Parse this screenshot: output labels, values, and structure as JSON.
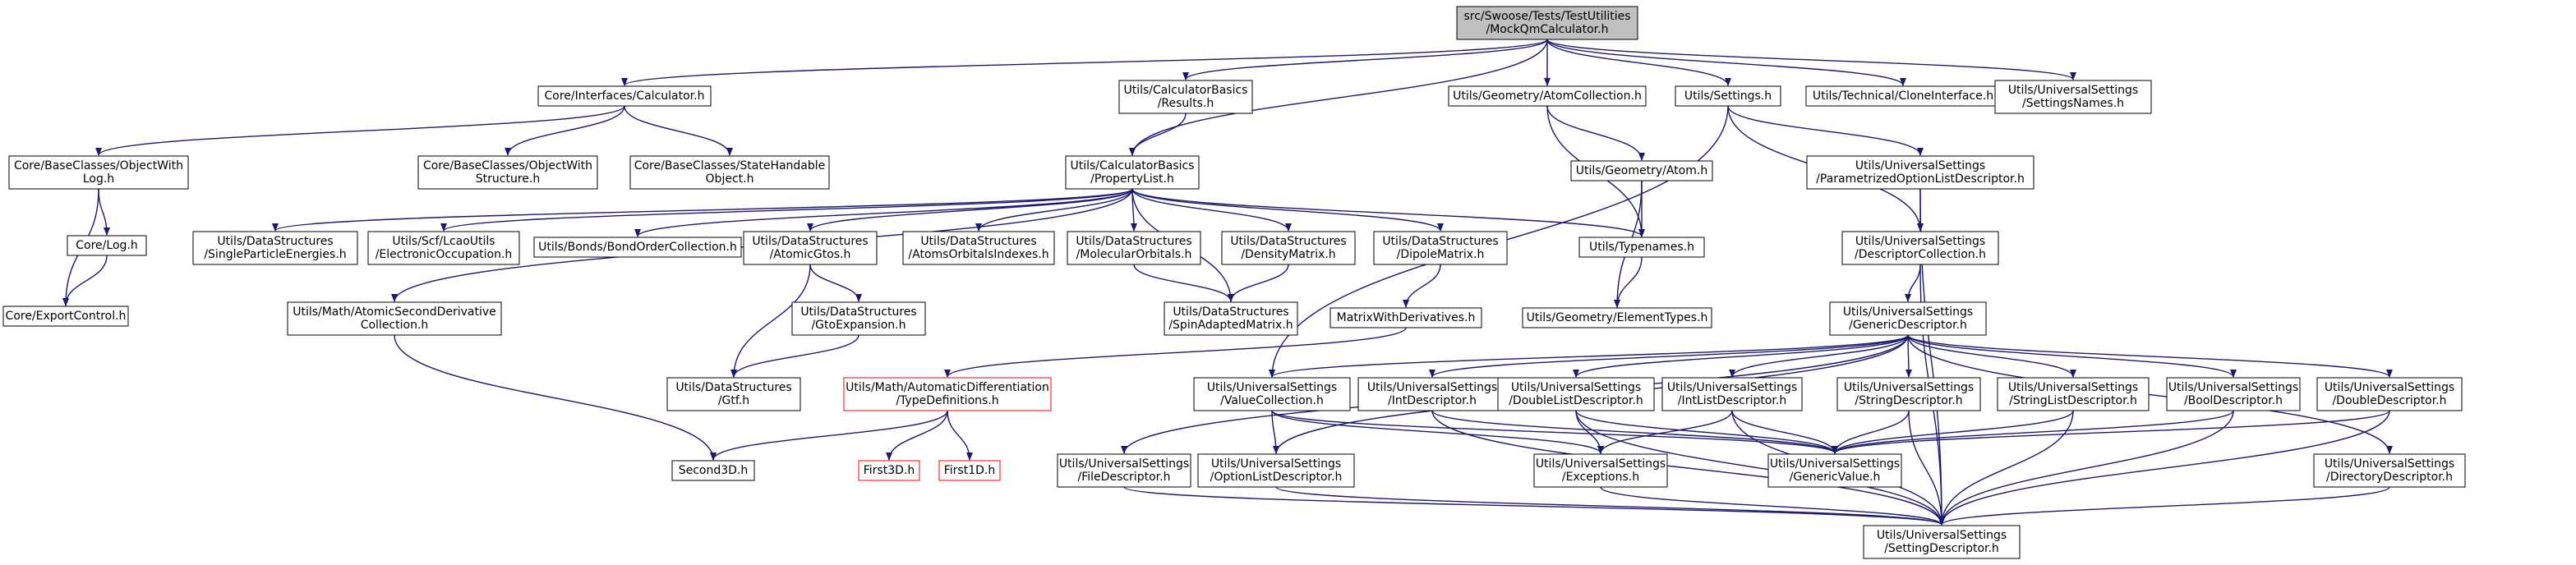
{
  "graph": {
    "colors": {
      "edge": "#191970",
      "box_border": "#000000",
      "missing_border": "#ff0000",
      "root_fill": "#bfbfbf",
      "node_fill": "#ffffff"
    },
    "nodes": [
      {
        "id": "root",
        "lines": [
          "src/Swoose/Tests/TestUtilities",
          "/MockQmCalculator.h"
        ],
        "style": "root"
      },
      {
        "id": "calculator",
        "lines": [
          "Core/Interfaces/Calculator.h"
        ],
        "style": "normal"
      },
      {
        "id": "results",
        "lines": [
          "Utils/CalculatorBasics",
          "/Results.h"
        ],
        "style": "normal"
      },
      {
        "id": "atomcollection",
        "lines": [
          "Utils/Geometry/AtomCollection.h"
        ],
        "style": "normal"
      },
      {
        "id": "settings",
        "lines": [
          "Utils/Settings.h"
        ],
        "style": "normal"
      },
      {
        "id": "cloneinterface",
        "lines": [
          "Utils/Technical/CloneInterface.h"
        ],
        "style": "normal"
      },
      {
        "id": "settingsnames",
        "lines": [
          "Utils/UniversalSettings",
          "/SettingsNames.h"
        ],
        "style": "normal"
      },
      {
        "id": "objectwithlog",
        "lines": [
          "Core/BaseClasses/ObjectWith",
          "Log.h"
        ],
        "style": "normal"
      },
      {
        "id": "objectwithstructure",
        "lines": [
          "Core/BaseClasses/ObjectWith",
          "Structure.h"
        ],
        "style": "normal"
      },
      {
        "id": "statehandable",
        "lines": [
          "Core/BaseClasses/StateHandable",
          "Object.h"
        ],
        "style": "normal"
      },
      {
        "id": "propertylist",
        "lines": [
          "Utils/CalculatorBasics",
          "/PropertyList.h"
        ],
        "style": "normal"
      },
      {
        "id": "atom",
        "lines": [
          "Utils/Geometry/Atom.h"
        ],
        "style": "normal"
      },
      {
        "id": "parametrized",
        "lines": [
          "Utils/UniversalSettings",
          "/ParametrizedOptionListDescriptor.h"
        ],
        "style": "normal"
      },
      {
        "id": "log",
        "lines": [
          "Core/Log.h"
        ],
        "style": "normal"
      },
      {
        "id": "exportcontrol",
        "lines": [
          "Core/ExportControl.h"
        ],
        "style": "normal"
      },
      {
        "id": "singleparticle",
        "lines": [
          "Utils/DataStructures",
          "/SingleParticleEnergies.h"
        ],
        "style": "normal"
      },
      {
        "id": "lcao",
        "lines": [
          "Utils/Scf/LcaoUtils",
          "/ElectronicOccupation.h"
        ],
        "style": "normal"
      },
      {
        "id": "bondorder",
        "lines": [
          "Utils/Bonds/BondOrderCollection.h"
        ],
        "style": "normal"
      },
      {
        "id": "atomicgtos",
        "lines": [
          "Utils/DataStructures",
          "/AtomicGtos.h"
        ],
        "style": "normal"
      },
      {
        "id": "atomsorbitals",
        "lines": [
          "Utils/DataStructures",
          "/AtomsOrbitalsIndexes.h"
        ],
        "style": "normal"
      },
      {
        "id": "molecularorbitals",
        "lines": [
          "Utils/DataStructures",
          "/MolecularOrbitals.h"
        ],
        "style": "normal"
      },
      {
        "id": "densitymatrix",
        "lines": [
          "Utils/DataStructures",
          "/DensityMatrix.h"
        ],
        "style": "normal"
      },
      {
        "id": "dipolematrix",
        "lines": [
          "Utils/DataStructures",
          "/DipoleMatrix.h"
        ],
        "style": "normal"
      },
      {
        "id": "typenames",
        "lines": [
          "Utils/Typenames.h"
        ],
        "style": "normal"
      },
      {
        "id": "descriptorcollection",
        "lines": [
          "Utils/UniversalSettings",
          "/DescriptorCollection.h"
        ],
        "style": "normal"
      },
      {
        "id": "atomicsecondderiv",
        "lines": [
          "Utils/Math/AtomicSecondDerivative",
          "Collection.h"
        ],
        "style": "normal"
      },
      {
        "id": "gtoexpansion",
        "lines": [
          "Utils/DataStructures",
          "/GtoExpansion.h"
        ],
        "style": "normal"
      },
      {
        "id": "spinadapted",
        "lines": [
          "Utils/DataStructures",
          "/SpinAdaptedMatrix.h"
        ],
        "style": "normal"
      },
      {
        "id": "matrixwithderiv",
        "lines": [
          "MatrixWithDerivatives.h"
        ],
        "style": "normal"
      },
      {
        "id": "elementtypes",
        "lines": [
          "Utils/Geometry/ElementTypes.h"
        ],
        "style": "normal"
      },
      {
        "id": "genericdescriptor",
        "lines": [
          "Utils/UniversalSettings",
          "/GenericDescriptor.h"
        ],
        "style": "normal"
      },
      {
        "id": "gtf",
        "lines": [
          "Utils/DataStructures",
          "/Gtf.h"
        ],
        "style": "normal"
      },
      {
        "id": "typedefinitions",
        "lines": [
          "Utils/Math/AutomaticDifferentiation",
          "/TypeDefinitions.h"
        ],
        "style": "missing"
      },
      {
        "id": "valuecollection",
        "lines": [
          "Utils/UniversalSettings",
          "/ValueCollection.h"
        ],
        "style": "normal"
      },
      {
        "id": "intdescriptor",
        "lines": [
          "Utils/UniversalSettings",
          "/IntDescriptor.h"
        ],
        "style": "normal"
      },
      {
        "id": "doublelist",
        "lines": [
          "Utils/UniversalSettings",
          "/DoubleListDescriptor.h"
        ],
        "style": "normal"
      },
      {
        "id": "intlist",
        "lines": [
          "Utils/UniversalSettings",
          "/IntListDescriptor.h"
        ],
        "style": "normal"
      },
      {
        "id": "stringdescriptor",
        "lines": [
          "Utils/UniversalSettings",
          "/StringDescriptor.h"
        ],
        "style": "normal"
      },
      {
        "id": "stringlist",
        "lines": [
          "Utils/UniversalSettings",
          "/StringListDescriptor.h"
        ],
        "style": "normal"
      },
      {
        "id": "booldescriptor",
        "lines": [
          "Utils/UniversalSettings",
          "/BoolDescriptor.h"
        ],
        "style": "normal"
      },
      {
        "id": "doubledescriptor",
        "lines": [
          "Utils/UniversalSettings",
          "/DoubleDescriptor.h"
        ],
        "style": "normal"
      },
      {
        "id": "second3d",
        "lines": [
          "Second3D.h"
        ],
        "style": "normal"
      },
      {
        "id": "first3d",
        "lines": [
          "First3D.h"
        ],
        "style": "missing"
      },
      {
        "id": "first1d",
        "lines": [
          "First1D.h"
        ],
        "style": "missing"
      },
      {
        "id": "filedescriptor",
        "lines": [
          "Utils/UniversalSettings",
          "/FileDescriptor.h"
        ],
        "style": "normal"
      },
      {
        "id": "optionlist",
        "lines": [
          "Utils/UniversalSettings",
          "/OptionListDescriptor.h"
        ],
        "style": "normal"
      },
      {
        "id": "exceptions",
        "lines": [
          "Utils/UniversalSettings",
          "/Exceptions.h"
        ],
        "style": "normal"
      },
      {
        "id": "genericvalue",
        "lines": [
          "Utils/UniversalSettings",
          "/GenericValue.h"
        ],
        "style": "normal"
      },
      {
        "id": "directorydescriptor",
        "lines": [
          "Utils/UniversalSettings",
          "/DirectoryDescriptor.h"
        ],
        "style": "normal"
      },
      {
        "id": "settingdescriptor",
        "lines": [
          "Utils/UniversalSettings",
          "/SettingDescriptor.h"
        ],
        "style": "normal"
      }
    ],
    "edges": [
      [
        "root",
        "calculator"
      ],
      [
        "root",
        "results"
      ],
      [
        "root",
        "propertylist"
      ],
      [
        "root",
        "atomcollection"
      ],
      [
        "root",
        "settings"
      ],
      [
        "root",
        "cloneinterface"
      ],
      [
        "root",
        "settingsnames"
      ],
      [
        "calculator",
        "objectwithlog"
      ],
      [
        "calculator",
        "objectwithstructure"
      ],
      [
        "calculator",
        "statehandable"
      ],
      [
        "objectwithlog",
        "log"
      ],
      [
        "objectwithlog",
        "exportcontrol"
      ],
      [
        "log",
        "exportcontrol"
      ],
      [
        "results",
        "propertylist"
      ],
      [
        "atomcollection",
        "atom"
      ],
      [
        "atomcollection",
        "typenames"
      ],
      [
        "atom",
        "typenames"
      ],
      [
        "atom",
        "elementtypes"
      ],
      [
        "typenames",
        "elementtypes"
      ],
      [
        "settings",
        "parametrized"
      ],
      [
        "settings",
        "descriptorcollection"
      ],
      [
        "settings",
        "valuecollection"
      ],
      [
        "parametrized",
        "descriptorcollection"
      ],
      [
        "parametrized",
        "settingdescriptor"
      ],
      [
        "descriptorcollection",
        "genericdescriptor"
      ],
      [
        "descriptorcollection",
        "settingdescriptor"
      ],
      [
        "propertylist",
        "singleparticle"
      ],
      [
        "propertylist",
        "lcao"
      ],
      [
        "propertylist",
        "bondorder"
      ],
      [
        "propertylist",
        "atomicgtos"
      ],
      [
        "propertylist",
        "atomsorbitals"
      ],
      [
        "propertylist",
        "molecularorbitals"
      ],
      [
        "propertylist",
        "densitymatrix"
      ],
      [
        "propertylist",
        "dipolematrix"
      ],
      [
        "propertylist",
        "typenames"
      ],
      [
        "propertylist",
        "spinadapted"
      ],
      [
        "propertylist",
        "atomicsecondderiv"
      ],
      [
        "atomicgtos",
        "gtoexpansion"
      ],
      [
        "atomicgtos",
        "gtf"
      ],
      [
        "gtoexpansion",
        "gtf"
      ],
      [
        "molecularorbitals",
        "spinadapted"
      ],
      [
        "densitymatrix",
        "spinadapted"
      ],
      [
        "dipolematrix",
        "matrixwithderiv"
      ],
      [
        "matrixwithderiv",
        "typedefinitions"
      ],
      [
        "atomicsecondderiv",
        "second3d"
      ],
      [
        "typedefinitions",
        "second3d"
      ],
      [
        "typedefinitions",
        "first3d"
      ],
      [
        "typedefinitions",
        "first1d"
      ],
      [
        "genericdescriptor",
        "filedescriptor"
      ],
      [
        "genericdescriptor",
        "optionlist"
      ],
      [
        "genericdescriptor",
        "valuecollection"
      ],
      [
        "genericdescriptor",
        "intdescriptor"
      ],
      [
        "genericdescriptor",
        "doublelist"
      ],
      [
        "genericdescriptor",
        "intlist"
      ],
      [
        "genericdescriptor",
        "stringdescriptor"
      ],
      [
        "genericdescriptor",
        "stringlist"
      ],
      [
        "genericdescriptor",
        "booldescriptor"
      ],
      [
        "genericdescriptor",
        "doubledescriptor"
      ],
      [
        "genericdescriptor",
        "directorydescriptor"
      ],
      [
        "valuecollection",
        "optionlist"
      ],
      [
        "valuecollection",
        "exceptions"
      ],
      [
        "valuecollection",
        "genericvalue"
      ],
      [
        "intdescriptor",
        "genericvalue"
      ],
      [
        "intdescriptor",
        "settingdescriptor"
      ],
      [
        "doublelist",
        "exceptions"
      ],
      [
        "doublelist",
        "genericvalue"
      ],
      [
        "doublelist",
        "settingdescriptor"
      ],
      [
        "intlist",
        "exceptions"
      ],
      [
        "intlist",
        "genericvalue"
      ],
      [
        "intlist",
        "settingdescriptor"
      ],
      [
        "stringdescriptor",
        "genericvalue"
      ],
      [
        "stringdescriptor",
        "settingdescriptor"
      ],
      [
        "stringlist",
        "genericvalue"
      ],
      [
        "stringlist",
        "settingdescriptor"
      ],
      [
        "booldescriptor",
        "genericvalue"
      ],
      [
        "booldescriptor",
        "settingdescriptor"
      ],
      [
        "doubledescriptor",
        "genericvalue"
      ],
      [
        "doubledescriptor",
        "settingdescriptor"
      ],
      [
        "filedescriptor",
        "settingdescriptor"
      ],
      [
        "optionlist",
        "settingdescriptor"
      ],
      [
        "exceptions",
        "settingdescriptor"
      ],
      [
        "directorydescriptor",
        "settingdescriptor"
      ]
    ]
  }
}
